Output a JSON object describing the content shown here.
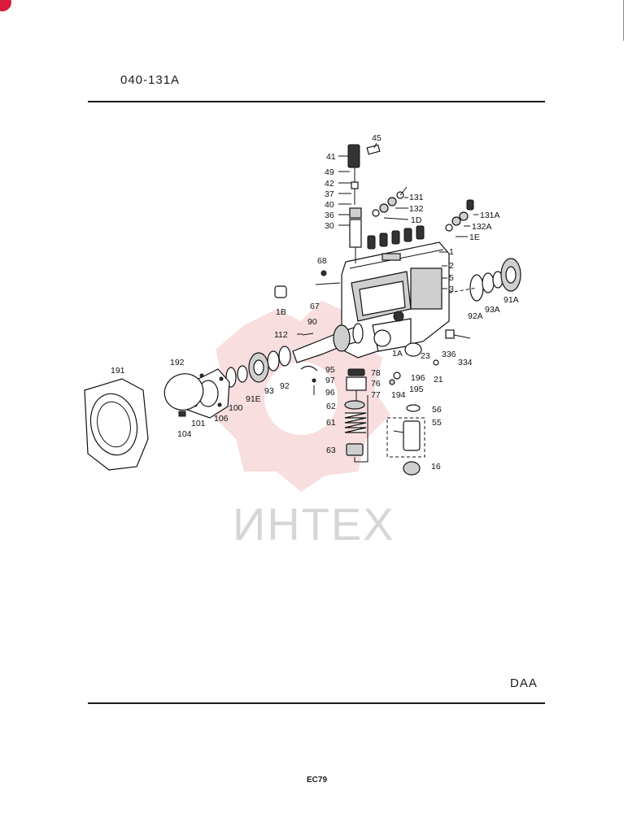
{
  "header": {
    "code": "040-131A"
  },
  "footer": {
    "code": "DAA",
    "page_number": "EC79"
  },
  "watermark": {
    "text": "ИНТЕХ",
    "color": "#f2b8b8"
  },
  "accent_color": "#d81b3c",
  "callouts": [
    {
      "id": "c45",
      "text": "45"
    },
    {
      "id": "c41",
      "text": "41"
    },
    {
      "id": "c49",
      "text": "49"
    },
    {
      "id": "c42",
      "text": "42"
    },
    {
      "id": "c37",
      "text": "37"
    },
    {
      "id": "c40",
      "text": "40"
    },
    {
      "id": "c36",
      "text": "36"
    },
    {
      "id": "c30",
      "text": "30"
    },
    {
      "id": "c131",
      "text": "131"
    },
    {
      "id": "c132",
      "text": "132"
    },
    {
      "id": "c1D",
      "text": "1D"
    },
    {
      "id": "c131A",
      "text": "131A"
    },
    {
      "id": "c132A",
      "text": "132A"
    },
    {
      "id": "c1E",
      "text": "1E"
    },
    {
      "id": "c1",
      "text": "1"
    },
    {
      "id": "c2",
      "text": "2"
    },
    {
      "id": "c5",
      "text": "5"
    },
    {
      "id": "c3",
      "text": "3"
    },
    {
      "id": "c68",
      "text": "68"
    },
    {
      "id": "c1B",
      "text": "1B"
    },
    {
      "id": "c67",
      "text": "67"
    },
    {
      "id": "c92A",
      "text": "92A"
    },
    {
      "id": "c93A",
      "text": "93A"
    },
    {
      "id": "c91A",
      "text": "91A"
    },
    {
      "id": "c112",
      "text": "112"
    },
    {
      "id": "c90",
      "text": "90"
    },
    {
      "id": "c1A",
      "text": "1A"
    },
    {
      "id": "c23",
      "text": "23"
    },
    {
      "id": "c336",
      "text": "336"
    },
    {
      "id": "c334",
      "text": "334"
    },
    {
      "id": "c21",
      "text": "21"
    },
    {
      "id": "c191",
      "text": "191"
    },
    {
      "id": "c192",
      "text": "192"
    },
    {
      "id": "c95",
      "text": "95"
    },
    {
      "id": "c97",
      "text": "97"
    },
    {
      "id": "c96",
      "text": "96"
    },
    {
      "id": "c78",
      "text": "78"
    },
    {
      "id": "c76",
      "text": "76"
    },
    {
      "id": "c77",
      "text": "77"
    },
    {
      "id": "c196",
      "text": "196"
    },
    {
      "id": "c195",
      "text": "195"
    },
    {
      "id": "c194",
      "text": "194"
    },
    {
      "id": "c92",
      "text": "92"
    },
    {
      "id": "c93",
      "text": "93"
    },
    {
      "id": "c91E",
      "text": "91E"
    },
    {
      "id": "c100",
      "text": "100"
    },
    {
      "id": "c101",
      "text": "101"
    },
    {
      "id": "c106",
      "text": "106"
    },
    {
      "id": "c104",
      "text": "104"
    },
    {
      "id": "c62",
      "text": "62"
    },
    {
      "id": "c61",
      "text": "61"
    },
    {
      "id": "c63",
      "text": "63"
    },
    {
      "id": "c56",
      "text": "56"
    },
    {
      "id": "c55",
      "text": "55"
    },
    {
      "id": "c16",
      "text": "16"
    }
  ]
}
